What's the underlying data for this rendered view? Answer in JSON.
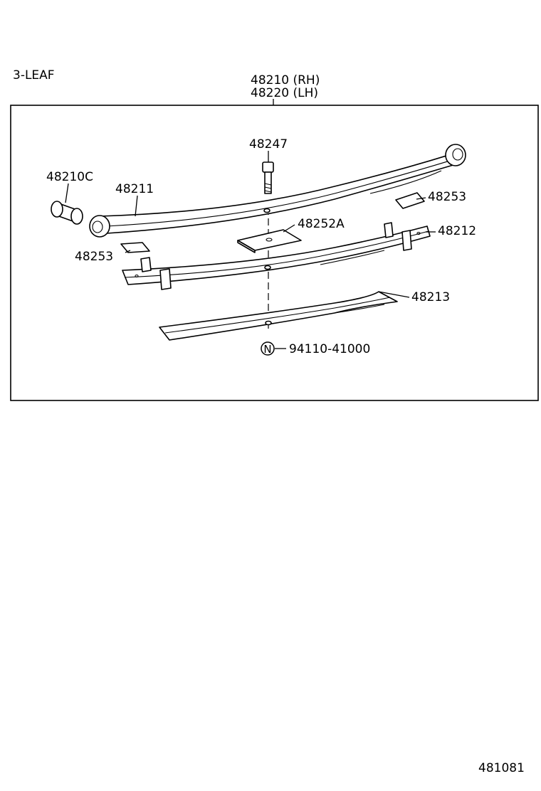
{
  "variant_label": "3-LEAF",
  "assembly": {
    "part_rh": "48210 (RH)",
    "part_lh": "48220 (LH)"
  },
  "callouts": {
    "bolt": "48247",
    "bushing": "48210C",
    "main_leaf": "48211",
    "liner_right": "48253",
    "spacer_plate": "48252A",
    "second_leaf": "48212",
    "liner_left": "48253",
    "third_leaf": "48213",
    "nut_symbol": "N",
    "nut": "94110-41000"
  },
  "figure_id": "481081"
}
